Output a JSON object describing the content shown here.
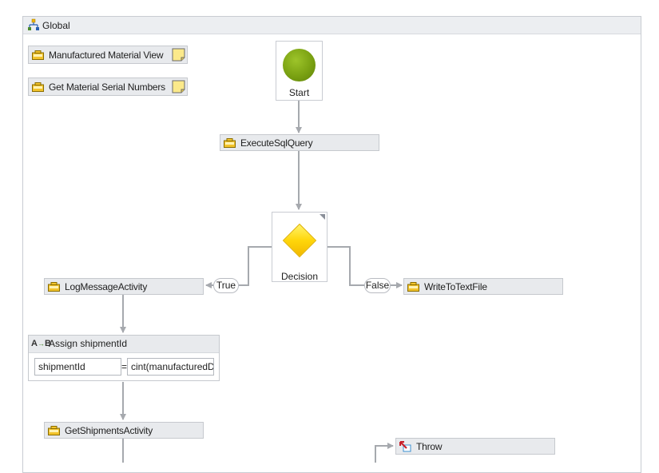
{
  "panel": {
    "title": "Global"
  },
  "notes": [
    {
      "label": "Manufactured Material View"
    },
    {
      "label": "Get Material Serial Numbers St"
    }
  ],
  "start": {
    "label": "Start"
  },
  "activities": {
    "execute_sql": "ExecuteSqlQuery",
    "log_message": "LogMessageActivity",
    "write_text": "WriteToTextFile",
    "get_shipments": "GetShipmentsActivity",
    "throw": "Throw"
  },
  "decision": {
    "label": "Decision",
    "true_label": "True",
    "false_label": "False"
  },
  "assign": {
    "title": "Assign shipmentId",
    "to_value": "shipmentId",
    "equals": "=",
    "expr_value": "cint(manufacturedDa"
  },
  "colors": {
    "start_green": "#7aa112",
    "decision_yellow": "#ffd60a",
    "connector": "#a6a9ae"
  }
}
